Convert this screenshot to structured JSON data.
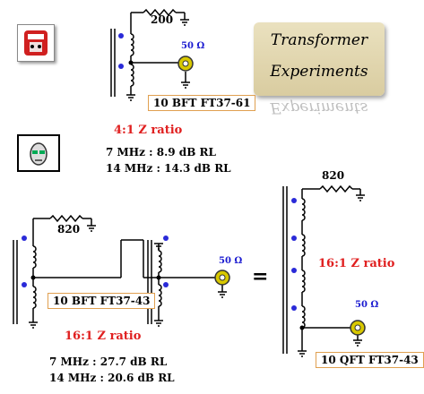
{
  "title": {
    "line1": "Transformer",
    "line2": "Experiments"
  },
  "top_circuit": {
    "resistor": "200",
    "load": "50 Ω",
    "core": "10 BFT FT37-61",
    "ratio": "4:1 Z ratio",
    "rl_7": "7 MHz : 8.9 dB  RL",
    "rl_14": "14 MHz : 14.3 dB  RL"
  },
  "bottom_left_circuit": {
    "resistor": "820",
    "load": "50 Ω",
    "core": "10 BFT FT37-43",
    "ratio": "16:1  Z ratio",
    "rl_7": "7 MHz : 27.7 dB   RL",
    "rl_14": "14 MHz : 20.6 dB   RL"
  },
  "equals": "=",
  "bottom_right_circuit": {
    "resistor": "820",
    "ratio": "16:1  Z ratio",
    "load": "50 Ω",
    "core": "10 QFT FT37-43"
  },
  "colors": {
    "accent_red": "#e02020",
    "dot_blue": "#1a1ad0",
    "coax": "#d8c800",
    "box_border": "#e0a050"
  },
  "icons": [
    "logo-icon",
    "avatar-icon"
  ]
}
